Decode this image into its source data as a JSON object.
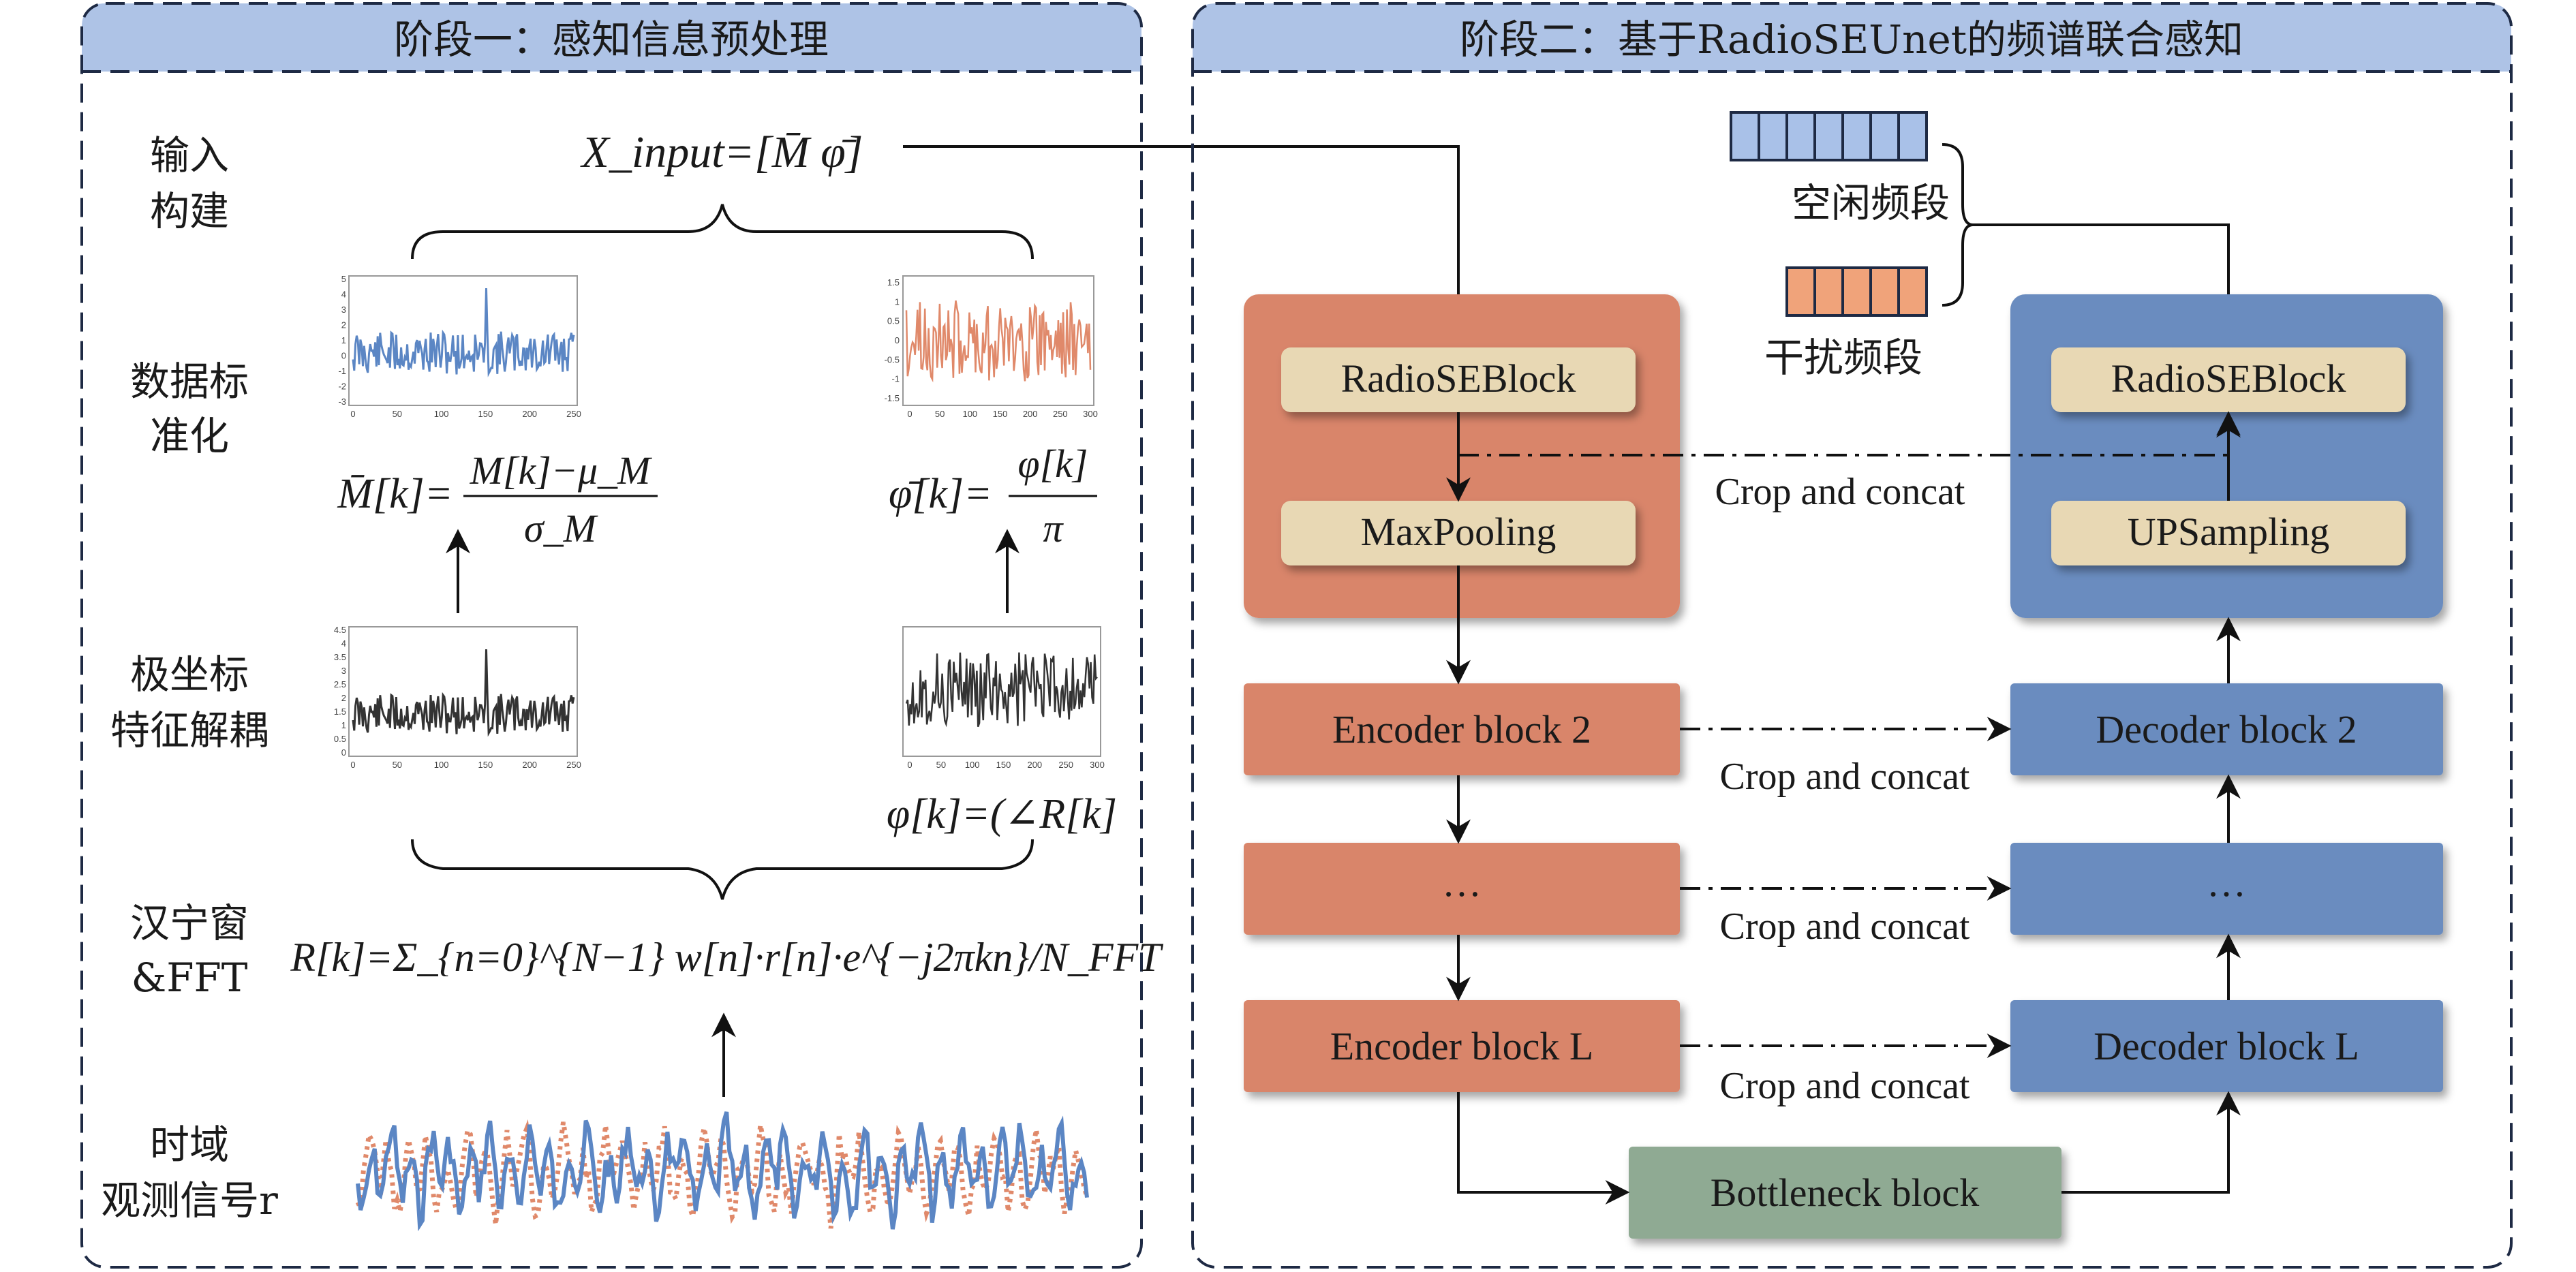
{
  "stage1": {
    "title": "阶段一：感知信息预处理",
    "rows": [
      {
        "line1": "输入",
        "line2": "构建"
      },
      {
        "line1": "数据标",
        "line2": "准化"
      },
      {
        "line1": "极坐标",
        "line2": "特征解耦"
      },
      {
        "line1": "汉宁窗",
        "line2": "&FFT"
      },
      {
        "line1": "时域",
        "line2": "观测信号r"
      }
    ],
    "input_formula": "X_input=[M̄ φ̄]",
    "norm_mag_formula": {
      "lhs": "M̄[k]=",
      "num": "M[k]−μ_M",
      "den": "σ_M"
    },
    "norm_phase_formula": {
      "lhs": "φ̄[k]=",
      "num": "φ[k]",
      "den": "π"
    },
    "phase_formula": "φ[k]=(∠R[k]",
    "fft_formula": "R[k]=Σ_{n=0}^{N−1} w[n]·r[n]·e^{−j2πkn}/N_FFT"
  },
  "stage2": {
    "title": "阶段二：基于RadioSEUnet的频谱联合感知",
    "encoder_inner": [
      "RadioSEBlock",
      "MaxPooling"
    ],
    "decoder_inner": [
      "RadioSEBlock",
      "UPSampling"
    ],
    "encoder_blocks": [
      "Encoder block 2",
      "…",
      "Encoder block L"
    ],
    "decoder_blocks": [
      "Decoder block 2",
      "…",
      "Decoder block L"
    ],
    "bottleneck": "Bottleneck block",
    "skip_label": "Crop and concat",
    "legend": {
      "idle": "空闲频段",
      "interference": "干扰频段"
    }
  },
  "colors": {
    "header": "#aec3e6",
    "encoder": "#d9856a",
    "decoder": "#6a8cbf",
    "inner": "#e8d8b4",
    "bottleneck": "#8faa93",
    "idle_cell": "#a9c1e8",
    "interf_cell": "#f0a37a",
    "blue_signal": "#5b86c4",
    "orange_signal": "#e0896a",
    "dark_signal": "#333333"
  },
  "plot_ticks": {
    "magnitude_x": [
      "0",
      "50",
      "100",
      "150",
      "200",
      "250"
    ],
    "magnitude_y_norm": [
      "-3",
      "-2",
      "-1",
      "0",
      "1",
      "2",
      "3",
      "4",
      "5"
    ],
    "magnitude_y_raw": [
      "0",
      "0.5",
      "1",
      "1.5",
      "2",
      "2.5",
      "3",
      "3.5",
      "4",
      "4.5"
    ],
    "phase_x": [
      "0",
      "50",
      "100",
      "150",
      "200",
      "250",
      "300"
    ],
    "phase_y_norm": [
      "-1.5",
      "-1",
      "-0.5",
      "0",
      "0.5",
      "1",
      "1.5"
    ]
  }
}
